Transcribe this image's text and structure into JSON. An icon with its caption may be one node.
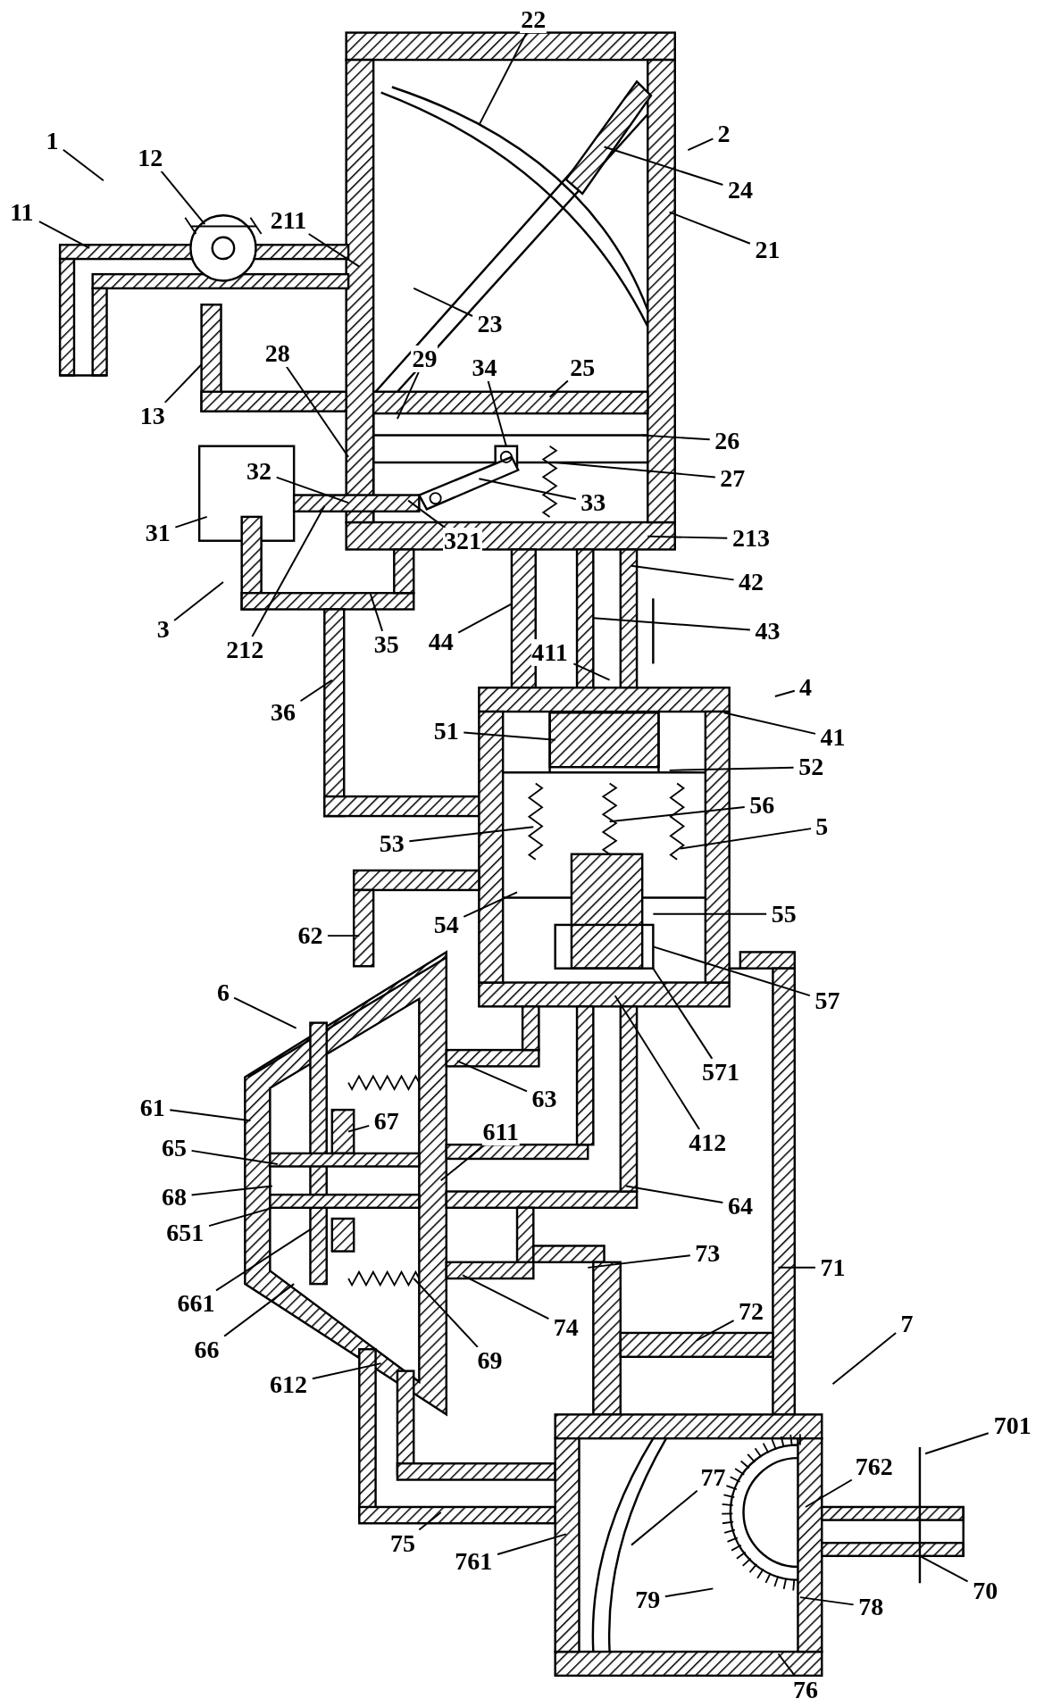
{
  "diagram": {
    "nodes": [
      {
        "text": [
          "1"
        ]
      },
      {
        "text": [
          "12"
        ]
      },
      {
        "text": [
          "11"
        ]
      },
      {
        "text": [
          "211"
        ]
      },
      {
        "text": [
          "22"
        ]
      },
      {
        "text": [
          "2"
        ]
      },
      {
        "text": [
          "24"
        ]
      },
      {
        "text": [
          "21"
        ]
      },
      {
        "text": [
          "23"
        ]
      },
      {
        "text": [
          "28"
        ]
      },
      {
        "text": [
          "29"
        ]
      },
      {
        "text": [
          "34"
        ]
      },
      {
        "text": [
          "25"
        ]
      },
      {
        "text": [
          "13"
        ]
      },
      {
        "text": [
          "26"
        ]
      },
      {
        "text": [
          "32"
        ]
      },
      {
        "text": [
          "27"
        ]
      },
      {
        "text": [
          "33"
        ]
      },
      {
        "text": [
          "31"
        ]
      },
      {
        "text": [
          "321"
        ]
      },
      {
        "text": [
          "213"
        ]
      },
      {
        "text": [
          "42"
        ]
      },
      {
        "text": [
          "3"
        ]
      },
      {
        "text": [
          "212"
        ]
      },
      {
        "text": [
          "35"
        ]
      },
      {
        "text": [
          "44"
        ]
      },
      {
        "text": [
          "43"
        ]
      },
      {
        "text": [
          "411"
        ]
      },
      {
        "text": [
          "4"
        ]
      },
      {
        "text": [
          "36"
        ]
      },
      {
        "text": [
          "51"
        ]
      },
      {
        "text": [
          "41"
        ]
      },
      {
        "text": [
          "52"
        ]
      },
      {
        "text": [
          "56"
        ]
      },
      {
        "text": [
          "53"
        ]
      },
      {
        "text": [
          "5"
        ]
      },
      {
        "text": [
          "54"
        ]
      },
      {
        "text": [
          "55"
        ]
      },
      {
        "text": [
          "62"
        ]
      },
      {
        "text": [
          "6"
        ]
      },
      {
        "text": [
          "57"
        ]
      },
      {
        "text": [
          "571"
        ]
      },
      {
        "text": [
          "611"
        ]
      },
      {
        "text": [
          "63"
        ]
      },
      {
        "text": [
          "67"
        ]
      },
      {
        "text": [
          "412"
        ]
      },
      {
        "text": [
          "61"
        ]
      },
      {
        "text": [
          "65"
        ]
      },
      {
        "text": [
          "68"
        ]
      },
      {
        "text": [
          "64"
        ]
      },
      {
        "text": [
          "651"
        ]
      },
      {
        "text": [
          "73"
        ]
      },
      {
        "text": [
          "71"
        ]
      },
      {
        "text": [
          "661"
        ]
      },
      {
        "text": [
          "74"
        ]
      },
      {
        "text": [
          "72"
        ]
      },
      {
        "text": [
          "7"
        ]
      },
      {
        "text": [
          "66"
        ]
      },
      {
        "text": [
          "69"
        ]
      },
      {
        "text": [
          "612"
        ]
      },
      {
        "text": [
          "701"
        ]
      },
      {
        "text": [
          "762"
        ]
      },
      {
        "text": [
          "77"
        ]
      },
      {
        "text": [
          "75"
        ]
      },
      {
        "text": [
          "761"
        ]
      },
      {
        "text": [
          "70"
        ]
      },
      {
        "text": [
          "79"
        ]
      },
      {
        "text": [
          "78"
        ]
      },
      {
        "text": [
          "76"
        ]
      }
    ],
    "edges": [
      {
        "from": 0,
        "to": null,
        "arrow": "none"
      },
      {
        "from": 1,
        "to": null,
        "arrow": "none"
      },
      {
        "from": 2,
        "to": null,
        "arrow": "none"
      },
      {
        "from": 3,
        "to": null,
        "arrow": "none"
      },
      {
        "from": 4,
        "to": null,
        "arrow": "none"
      },
      {
        "from": 5,
        "to": null,
        "arrow": "none"
      },
      {
        "from": 6,
        "to": null,
        "arrow": "none"
      },
      {
        "from": 7,
        "to": null,
        "arrow": "none"
      },
      {
        "from": 8,
        "to": null,
        "arrow": "none"
      },
      {
        "from": 9,
        "to": null,
        "arrow": "none"
      },
      {
        "from": 10,
        "to": null,
        "arrow": "none"
      },
      {
        "from": 11,
        "to": null,
        "arrow": "none"
      },
      {
        "from": 12,
        "to": null,
        "arrow": "none"
      },
      {
        "from": 13,
        "to": null,
        "arrow": "none"
      },
      {
        "from": 14,
        "to": null,
        "arrow": "none"
      },
      {
        "from": 15,
        "to": null,
        "arrow": "none"
      },
      {
        "from": 16,
        "to": null,
        "arrow": "none"
      },
      {
        "from": 17,
        "to": null,
        "arrow": "none"
      },
      {
        "from": 18,
        "to": null,
        "arrow": "none"
      },
      {
        "from": 19,
        "to": null,
        "arrow": "none"
      },
      {
        "from": 20,
        "to": null,
        "arrow": "none"
      },
      {
        "from": 21,
        "to": null,
        "arrow": "none"
      },
      {
        "from": 22,
        "to": null,
        "arrow": "none"
      },
      {
        "from": 23,
        "to": null,
        "arrow": "none"
      },
      {
        "from": 24,
        "to": null,
        "arrow": "none"
      },
      {
        "from": 25,
        "to": null,
        "arrow": "none"
      },
      {
        "from": 26,
        "to": null,
        "arrow": "none"
      },
      {
        "from": 27,
        "to": null,
        "arrow": "none"
      },
      {
        "from": 28,
        "to": null,
        "arrow": "none"
      },
      {
        "from": 29,
        "to": null,
        "arrow": "none"
      },
      {
        "from": 30,
        "to": null,
        "arrow": "none"
      },
      {
        "from": 31,
        "to": null,
        "arrow": "none"
      },
      {
        "from": 32,
        "to": null,
        "arrow": "none"
      },
      {
        "from": 33,
        "to": null,
        "arrow": "none"
      },
      {
        "from": 34,
        "to": null,
        "arrow": "none"
      },
      {
        "from": 35,
        "to": null,
        "arrow": "none"
      },
      {
        "from": 36,
        "to": null,
        "arrow": "none"
      },
      {
        "from": 37,
        "to": null,
        "arrow": "none"
      },
      {
        "from": 38,
        "to": null,
        "arrow": "none"
      },
      {
        "from": 39,
        "to": null,
        "arrow": "none"
      },
      {
        "from": 40,
        "to": null,
        "arrow": "none"
      },
      {
        "from": 41,
        "to": null,
        "arrow": "none"
      },
      {
        "from": 42,
        "to": null,
        "arrow": "none"
      },
      {
        "from": 43,
        "to": null,
        "arrow": "none"
      },
      {
        "from": 44,
        "to": null,
        "arrow": "none"
      },
      {
        "from": 45,
        "to": null,
        "arrow": "none"
      },
      {
        "from": 46,
        "to": null,
        "arrow": "none"
      },
      {
        "from": 47,
        "to": null,
        "arrow": "none"
      },
      {
        "from": 48,
        "to": null,
        "arrow": "none"
      },
      {
        "from": 49,
        "to": null,
        "arrow": "none"
      },
      {
        "from": 50,
        "to": null,
        "arrow": "none"
      },
      {
        "from": 51,
        "to": null,
        "arrow": "none"
      },
      {
        "from": 52,
        "to": null,
        "arrow": "none"
      },
      {
        "from": 53,
        "to": null,
        "arrow": "none"
      },
      {
        "from": 54,
        "to": null,
        "arrow": "none"
      },
      {
        "from": 55,
        "to": null,
        "arrow": "none"
      },
      {
        "from": 56,
        "to": null,
        "arrow": "none"
      },
      {
        "from": 57,
        "to": null,
        "arrow": "none"
      },
      {
        "from": 58,
        "to": null,
        "arrow": "none"
      },
      {
        "from": 59,
        "to": null,
        "arrow": "none"
      },
      {
        "from": 60,
        "to": null,
        "arrow": "none"
      },
      {
        "from": 61,
        "to": null,
        "arrow": "none"
      },
      {
        "from": 62,
        "to": null,
        "arrow": "none"
      },
      {
        "from": 63,
        "to": null,
        "arrow": "none"
      },
      {
        "from": 64,
        "to": null,
        "arrow": "none"
      },
      {
        "from": 65,
        "to": null,
        "arrow": "none"
      },
      {
        "from": 66,
        "to": null,
        "arrow": "none"
      },
      {
        "from": 67,
        "to": null,
        "arrow": "none"
      },
      {
        "from": 68,
        "to": null,
        "arrow": "none"
      }
    ]
  }
}
